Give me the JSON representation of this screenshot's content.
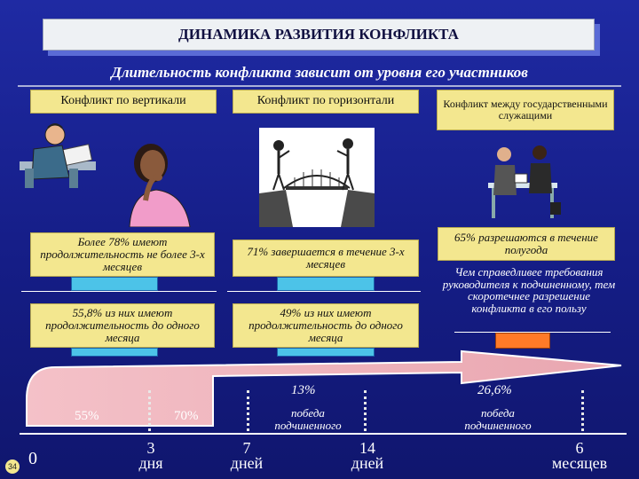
{
  "slide": {
    "title": "ДИНАМИКА РАЗВИТИЯ КОНФЛИКТА",
    "subtitle": "Длительность конфликта зависит от уровня его участников",
    "page_number": "34"
  },
  "categories": {
    "vertical": "Конфликт по вертикали",
    "horizontal": "Конфликт по горизонтали",
    "civil": "Конфликт между государственными служащими"
  },
  "stats": {
    "vertical_over3m": "Более 78% имеют продолжительность не более 3-х месяцев",
    "vertical_1m": "55,8% из них имеют продолжительность до одного месяца",
    "horizontal_3m": "71% завершается в течение 3-х месяцев",
    "horizontal_1m": "49% из них имеют продолжительность до одного месяца",
    "civil_halfyear": "65% разрешаются в течение полугода",
    "civil_note": "Чем справедливее требования руководителя к подчиненному, тем скоротечнее разрешение конфликта в его пользу"
  },
  "timeline": {
    "p55": "55%",
    "p70": "70%",
    "p13": "13%",
    "p266": "26,6%",
    "win1": "победа подчиненного",
    "win2": "победа подчиненного",
    "t0": "0",
    "t3_num": "3",
    "t3_unit": "дня",
    "t7_num": "7",
    "t7_unit": "дней",
    "t14_num": "14",
    "t14_unit": "дней",
    "t6_num": "6",
    "t6_unit": "месяцев"
  },
  "colors": {
    "background": "#1a249a",
    "box_fill": "#f3e78f",
    "pillar_blue": "#4cc3e8",
    "pillar_orange": "#ff7a28",
    "arrow_pink": "#f6c2c6"
  }
}
